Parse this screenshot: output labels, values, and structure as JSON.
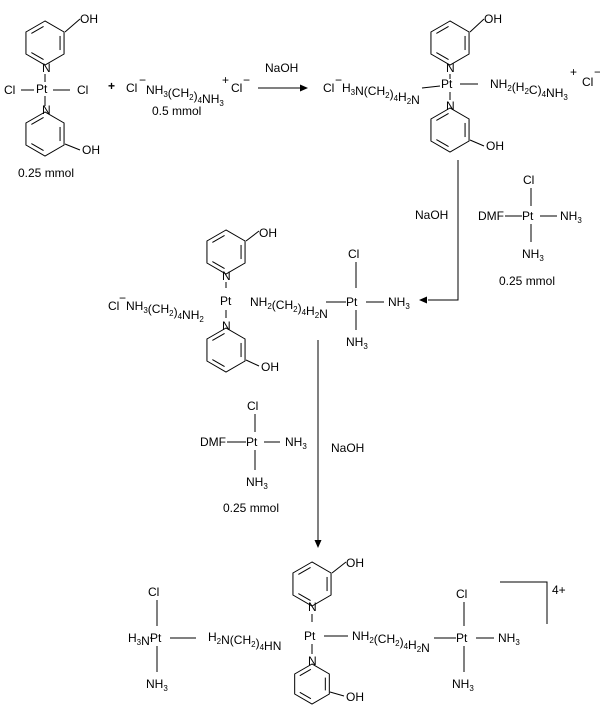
{
  "reactions": {
    "step1_reagent": {
      "plus": "+",
      "counterion_left": "Cl",
      "counterion_left_charge": "−",
      "nh3": "NH",
      "sub3": "3",
      "chain": "(CH",
      "sub2": "2",
      "close": ")",
      "sub4": "4",
      "nh3_b": "NH",
      "sub3_b": "3",
      "charge_plus": "+",
      "counterion_right": "Cl",
      "counterion_right_charge": "−",
      "amount": "0.5 mmol"
    },
    "reactant1": {
      "oh": "OH",
      "n": "N",
      "cl_left": "Cl",
      "pt": "Pt",
      "cl_right": "Cl",
      "n_bottom": "N",
      "oh_bottom": "OH",
      "amount": "0.25 mmol"
    },
    "conditions": {
      "step1": "NaOH",
      "step2": "NaOH",
      "step3": "NaOH"
    },
    "product1": {
      "oh": "OH",
      "n": "N",
      "cl": "Cl",
      "cl_charge": "−",
      "left_chain": "H3N(CH2)4H2N",
      "pt": "Pt",
      "right_chain": "NH2(H2C)4NH3",
      "right_charge": "+",
      "cl_right": "Cl",
      "cl_right_charge": "−",
      "n_bottom": "N",
      "oh_bottom": "OH"
    },
    "pt_reagent_a": {
      "cl": "Cl",
      "dmf": "DMF",
      "pt": "Pt",
      "nh3_right": "NH3",
      "nh3_bottom": "NH3",
      "amount": "0.25 mmol"
    },
    "product2": {
      "oh": "OH",
      "n": "N",
      "cl_left": "Cl",
      "cl_charge": "−",
      "left_chain": "NH3(CH2)4NH2",
      "pt": "Pt",
      "bridge": "NH2(CH2)4H2N",
      "cl_top": "Cl",
      "pt2": "Pt",
      "nh3_right": "NH3",
      "nh3_bottom": "NH3",
      "n_bottom": "N",
      "oh_bottom": "OH"
    },
    "pt_reagent_b": {
      "cl": "Cl",
      "dmf": "DMF",
      "pt": "Pt",
      "nh3_right": "NH3",
      "nh3_bottom": "NH3",
      "amount": "0.25 mmol"
    },
    "product3": {
      "charge": "4+",
      "cl_left": "Cl",
      "h3n": "H3N",
      "pt_left": "Pt",
      "nh3_left_bottom": "NH3",
      "left_bridge": "H2N(CH2)4HN",
      "oh": "OH",
      "n": "N",
      "pt_center": "Pt",
      "right_bridge": "NH2(CH2)4H2N",
      "cl_right": "Cl",
      "pt_right": "Pt",
      "nh3_right": "NH3",
      "nh3_right_bottom": "NH3",
      "n_bottom": "N",
      "oh_bottom": "OH"
    }
  }
}
